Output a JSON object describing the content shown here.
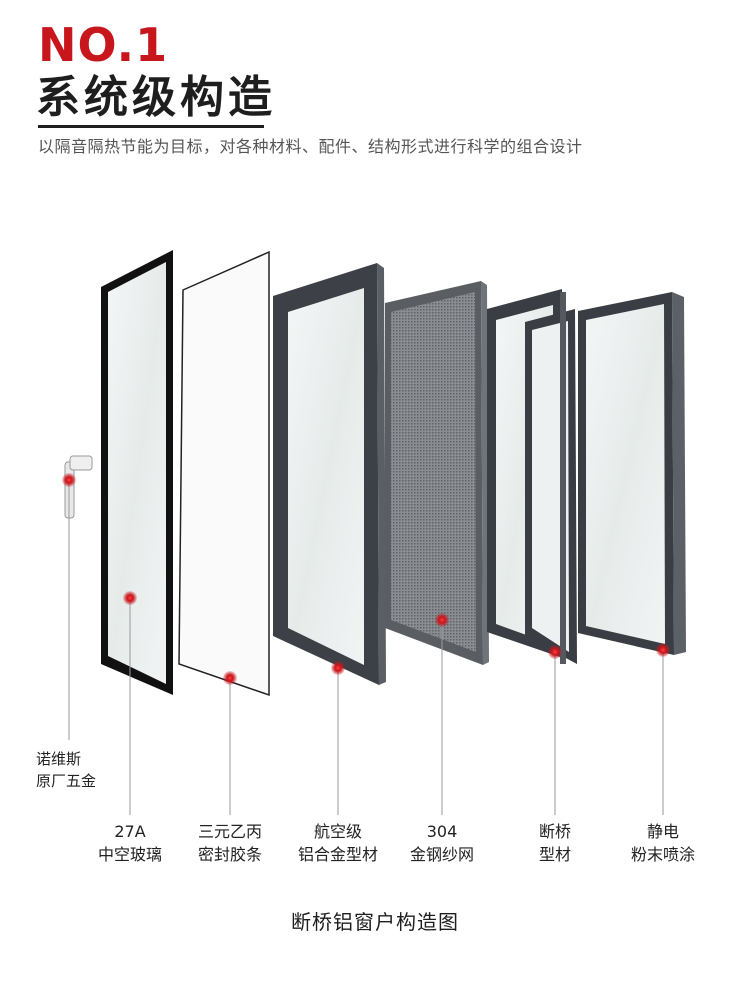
{
  "header": {
    "badge": "NO.1",
    "title": "系统级构造",
    "subtitle": "以隔音隔热节能为目标，对各种材料、配件、结构形式进行科学的组合设计"
  },
  "components": [
    {
      "line1": "诺维斯",
      "line2": "原厂五金"
    },
    {
      "line1": "27A",
      "line2": "中空玻璃"
    },
    {
      "line1": "三元乙丙",
      "line2": "密封胶条"
    },
    {
      "line1": "航空级",
      "line2": "铝合金型材"
    },
    {
      "line1": "304",
      "line2": "金钢纱网"
    },
    {
      "line1": "断桥",
      "line2": "型材"
    },
    {
      "line1": "静电",
      "line2": "粉末喷涂"
    }
  ],
  "caption": "断桥铝窗户构造图",
  "colors": {
    "accent": "#c8161d",
    "frame": "#3d4147",
    "text": "#1e1e1e"
  },
  "icons": [
    "window-handle-icon",
    "marker-dot-icon"
  ]
}
